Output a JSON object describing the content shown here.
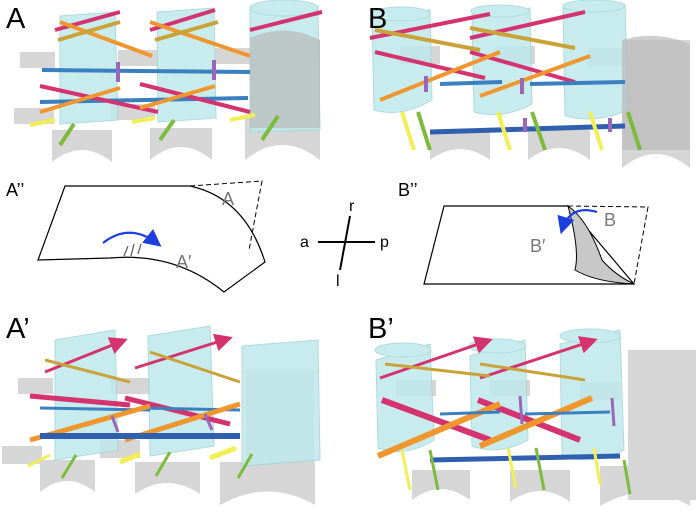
{
  "panels": {
    "a": "A",
    "b": "B",
    "a_prime": "A’",
    "b_prime": "B’"
  },
  "sheets": {
    "a_double": "A’’",
    "a_region": "A",
    "a_prime_region": "A′",
    "b_double": "B’’",
    "b_region": "B",
    "b_prime_region": "B′"
  },
  "axes": {
    "anterior": "a",
    "posterior": "p",
    "right": "r",
    "left": "l"
  },
  "colors": {
    "cyan_fill": "#bfe9ec",
    "grey_fill": "#c9c9c9",
    "magenta": "#d4336f",
    "orange": "#f0962e",
    "blue": "#3a7fbf",
    "dark_blue": "#2f5fae",
    "purple": "#9966b8",
    "yellow": "#f2ee55",
    "green": "#7dbb3d",
    "arrow_blue": "#1d3fe0"
  }
}
